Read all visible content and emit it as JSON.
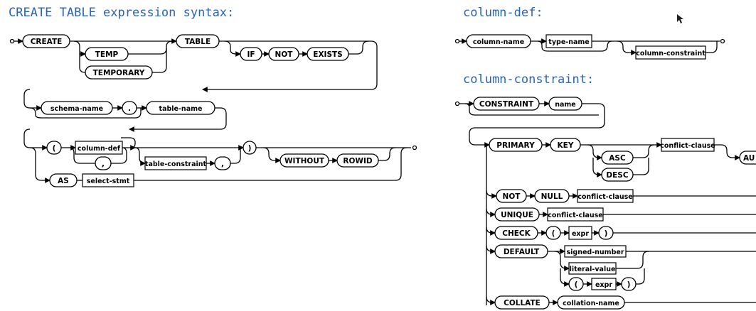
{
  "titles": {
    "create_table": "CREATE TABLE expression syntax:",
    "column_def": "column-def:",
    "column_constraint": "column-constraint:"
  },
  "create_table": {
    "create": "CREATE",
    "temp": "TEMP",
    "temporary": "TEMPORARY",
    "table": "TABLE",
    "if": "IF",
    "not": "NOT",
    "exists": "EXISTS",
    "schema_name": "schema-name",
    "dot": ".",
    "table_name": "table-name",
    "lparen": "(",
    "column_def": "column-def",
    "comma1": ",",
    "table_constraint": "table-constraint",
    "comma2": ",",
    "rparen": ")",
    "without": "WITHOUT",
    "rowid": "ROWID",
    "as": "AS",
    "select_stmt": "select-stmt"
  },
  "column_def": {
    "column_name": "column-name",
    "type_name": "type-name",
    "column_constraint": "column-constraint"
  },
  "column_constraint": {
    "constraint": "CONSTRAINT",
    "name": "name",
    "primary": "PRIMARY",
    "key": "KEY",
    "asc": "ASC",
    "desc": "DESC",
    "conflict_clause1": "conflict-clause",
    "autoincrement_partial": "AU",
    "not": "NOT",
    "null": "NULL",
    "conflict_clause2": "conflict-clause",
    "unique": "UNIQUE",
    "conflict_clause3": "conflict-clause",
    "check": "CHECK",
    "lparen1": "(",
    "expr1": "expr",
    "rparen1": ")",
    "default": "DEFAULT",
    "signed_number": "signed-number",
    "literal_value": "literal-value",
    "lparen2": "(",
    "expr2": "expr",
    "rparen2": ")",
    "collate": "COLLATE",
    "collation_name": "collation-name"
  }
}
